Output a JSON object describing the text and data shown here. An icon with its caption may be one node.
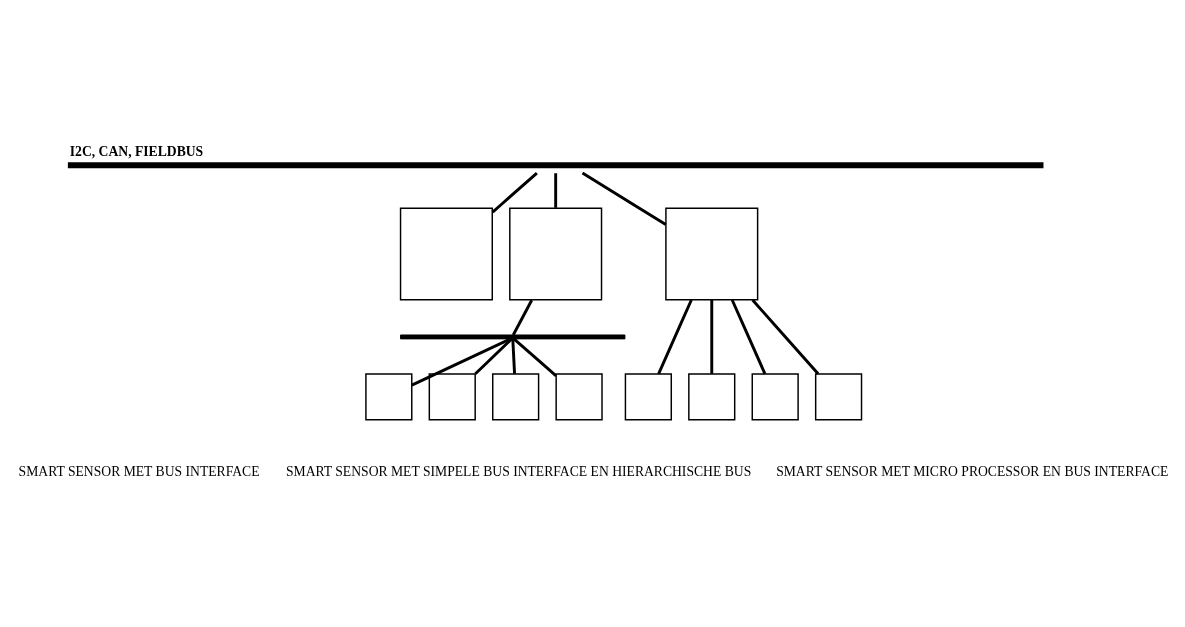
{
  "diagram": {
    "nodes": [
      {
        "text": [
          "I2C, CAN, FIELDBUS"
        ]
      },
      {
        "text": [],
        "shape": "box"
      },
      {
        "text": [],
        "shape": "box"
      },
      {
        "text": [],
        "shape": "box"
      },
      {
        "text": [],
        "shape": "bar"
      },
      {
        "text": [],
        "shape": "box"
      },
      {
        "text": [],
        "shape": "box"
      },
      {
        "text": [],
        "shape": "box"
      },
      {
        "text": [],
        "shape": "box"
      },
      {
        "text": [],
        "shape": "box"
      },
      {
        "text": [],
        "shape": "box"
      },
      {
        "text": [],
        "shape": "box"
      },
      {
        "text": [],
        "shape": "box"
      }
    ],
    "edges": [
      {
        "from": 0,
        "to": 1,
        "arrow": "none"
      },
      {
        "from": 0,
        "to": 2,
        "arrow": "none"
      },
      {
        "from": 0,
        "to": 3,
        "arrow": "none"
      },
      {
        "from": 2,
        "to": 4,
        "arrow": "none"
      },
      {
        "from": 4,
        "to": 5,
        "arrow": "none"
      },
      {
        "from": 4,
        "to": 6,
        "arrow": "none"
      },
      {
        "from": 4,
        "to": 7,
        "arrow": "none"
      },
      {
        "from": 4,
        "to": 8,
        "arrow": "none"
      },
      {
        "from": 3,
        "to": 9,
        "arrow": "none"
      },
      {
        "from": 3,
        "to": 10,
        "arrow": "none"
      },
      {
        "from": 3,
        "to": 11,
        "arrow": "none"
      },
      {
        "from": 3,
        "to": 12,
        "arrow": "none"
      }
    ],
    "labels": [
      "SMART SENSOR MET BUS INTERFACE",
      "SMART SENSOR MET SIMPELE BUS INTERFACE EN HIERARCHISCHE BUS",
      "SMART SENSOR MET MICRO PROCESSOR EN BUS INTERFACE"
    ]
  }
}
